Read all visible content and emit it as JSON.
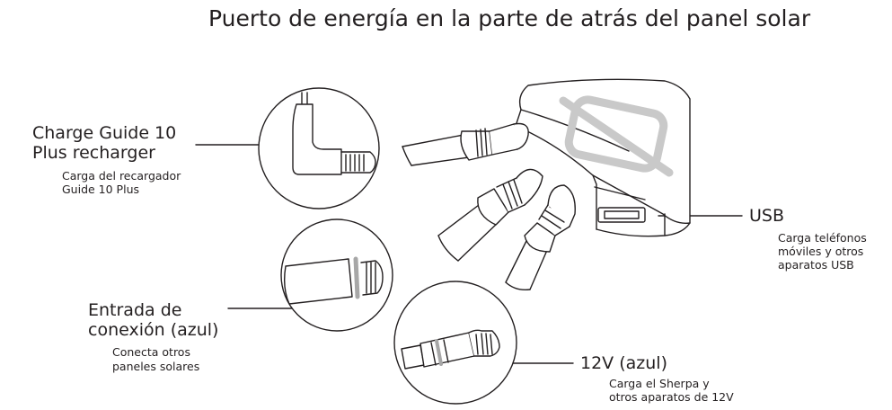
{
  "title": "Puerto de energía en la parte de atrás del panel solar",
  "labels": {
    "charge_guide": {
      "line1": "Charge Guide 10",
      "line2": "Plus recharger",
      "sub1": "Carga del recargador",
      "sub2": "Guide 10 Plus"
    },
    "usb": {
      "line1": "USB",
      "sub1": "Carga teléfonos",
      "sub2": "móviles y otros",
      "sub3": "aparatos USB"
    },
    "input": {
      "line1": "Entrada de",
      "line2": "conexión (azul)",
      "sub1": "Conecta otros",
      "sub2": "paneles solares"
    },
    "twelve_v": {
      "line1": "12V (azul)",
      "sub1": "Carga el Sherpa y",
      "sub2": "otros aparatos de 12V"
    }
  },
  "icons": [
    "power-hub-icon",
    "goal-zero-logo-icon",
    "charge-guide-plug-icon",
    "connection-input-plug-icon",
    "twelve-volt-plug-icon",
    "usb-port-icon"
  ],
  "colors": {
    "ink": "#231f20",
    "logo": "#c9c9c9",
    "band": "#a7a7a7"
  }
}
